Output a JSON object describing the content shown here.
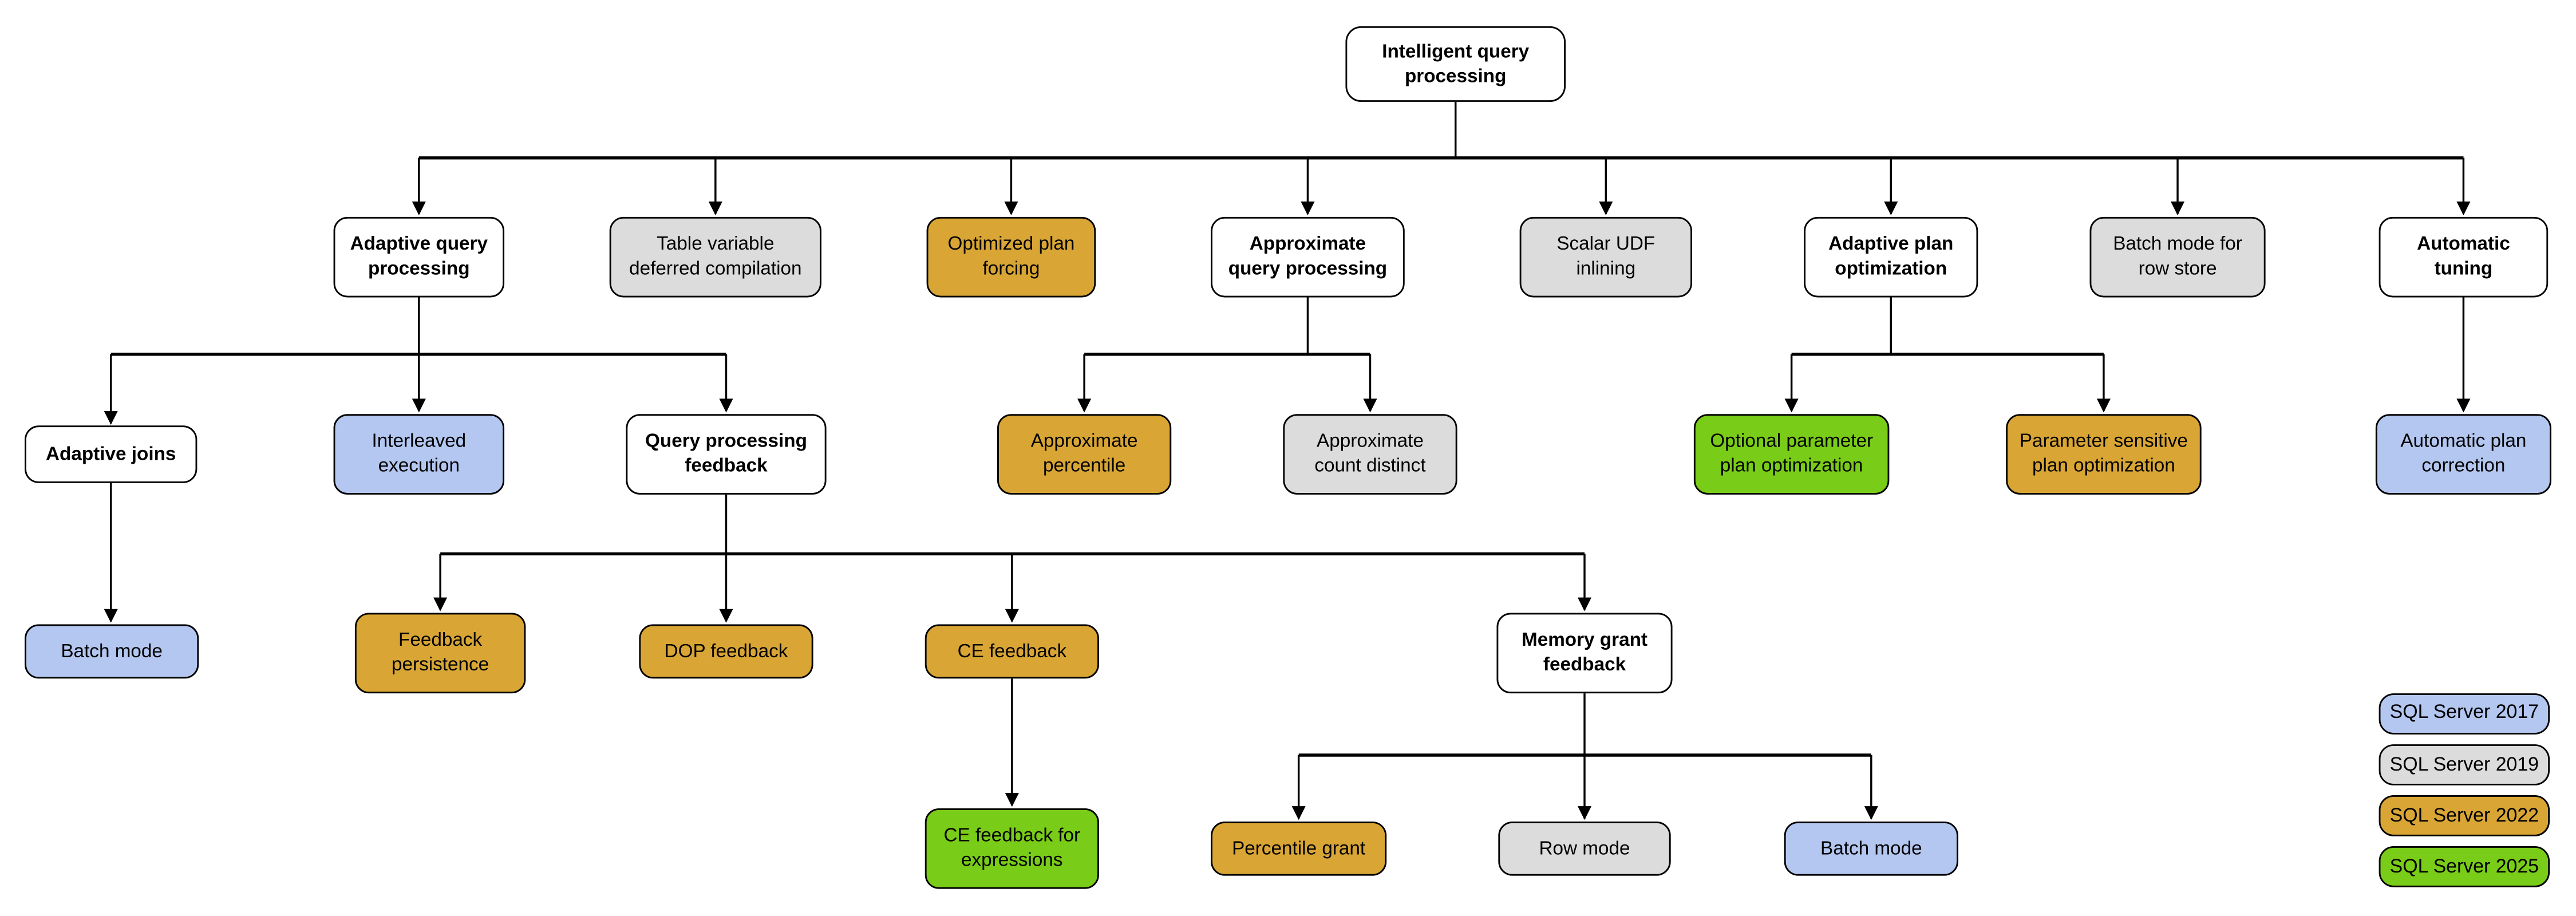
{
  "diagram": {
    "colors": {
      "parent": "#ffffff",
      "v2017": "#b4c7f0",
      "v2019": "#dcdcdc",
      "v2022": "#d9a636",
      "v2025": "#79cc18",
      "line": "#000000",
      "border": "#000000"
    },
    "nodes": {
      "root": {
        "label": "Intelligent query\nprocessing",
        "version": "parent"
      },
      "adaptive_query_processing": {
        "label": "Adaptive query\nprocessing",
        "version": "parent"
      },
      "table_variable_deferred_compilation": {
        "label": "Table variable\ndeferred compilation",
        "version": "2019"
      },
      "optimized_plan_forcing": {
        "label": "Optimized plan\nforcing",
        "version": "2022"
      },
      "approximate_query_processing": {
        "label": "Approximate\nquery processing",
        "version": "parent"
      },
      "scalar_udf_inlining": {
        "label": "Scalar UDF\ninlining",
        "version": "2019"
      },
      "adaptive_plan_optimization": {
        "label": "Adaptive plan\noptimization",
        "version": "parent"
      },
      "batch_mode_for_row_store": {
        "label": "Batch mode for\nrow store",
        "version": "2019"
      },
      "automatic_tuning": {
        "label": "Automatic\ntuning",
        "version": "parent"
      },
      "adaptive_joins": {
        "label": "Adaptive joins",
        "version": "parent"
      },
      "interleaved_execution": {
        "label": "Interleaved\nexecution",
        "version": "2017"
      },
      "query_processing_feedback": {
        "label": "Query processing\nfeedback",
        "version": "parent"
      },
      "approximate_percentile": {
        "label": "Approximate\npercentile",
        "version": "2022"
      },
      "approximate_count_distinct": {
        "label": "Approximate\ncount distinct",
        "version": "2019"
      },
      "optional_parameter_plan_optimization": {
        "label": "Optional parameter\nplan optimization",
        "version": "2025"
      },
      "parameter_sensitive_plan_optimization": {
        "label": "Parameter sensitive\nplan optimization",
        "version": "2022"
      },
      "automatic_plan_correction": {
        "label": "Automatic plan\ncorrection",
        "version": "2017"
      },
      "batch_mode_adaptive_joins": {
        "label": "Batch mode",
        "version": "2017"
      },
      "feedback_persistence": {
        "label": "Feedback\npersistence",
        "version": "2022"
      },
      "dop_feedback": {
        "label": "DOP feedback",
        "version": "2022"
      },
      "ce_feedback": {
        "label": "CE feedback",
        "version": "2022"
      },
      "memory_grant_feedback": {
        "label": "Memory grant\nfeedback",
        "version": "parent"
      },
      "ce_feedback_for_expressions": {
        "label": "CE feedback for\nexpressions",
        "version": "2025"
      },
      "percentile_grant": {
        "label": "Percentile grant",
        "version": "2022"
      },
      "row_mode": {
        "label": "Row mode",
        "version": "2019"
      },
      "batch_mode_memory_grant": {
        "label": "Batch mode",
        "version": "2017"
      }
    },
    "edges": [
      [
        "root",
        "adaptive_query_processing"
      ],
      [
        "root",
        "table_variable_deferred_compilation"
      ],
      [
        "root",
        "optimized_plan_forcing"
      ],
      [
        "root",
        "approximate_query_processing"
      ],
      [
        "root",
        "scalar_udf_inlining"
      ],
      [
        "root",
        "adaptive_plan_optimization"
      ],
      [
        "root",
        "batch_mode_for_row_store"
      ],
      [
        "root",
        "automatic_tuning"
      ],
      [
        "adaptive_query_processing",
        "adaptive_joins"
      ],
      [
        "adaptive_query_processing",
        "interleaved_execution"
      ],
      [
        "adaptive_query_processing",
        "query_processing_feedback"
      ],
      [
        "approximate_query_processing",
        "approximate_percentile"
      ],
      [
        "approximate_query_processing",
        "approximate_count_distinct"
      ],
      [
        "adaptive_plan_optimization",
        "optional_parameter_plan_optimization"
      ],
      [
        "adaptive_plan_optimization",
        "parameter_sensitive_plan_optimization"
      ],
      [
        "automatic_tuning",
        "automatic_plan_correction"
      ],
      [
        "adaptive_joins",
        "batch_mode_adaptive_joins"
      ],
      [
        "query_processing_feedback",
        "feedback_persistence"
      ],
      [
        "query_processing_feedback",
        "dop_feedback"
      ],
      [
        "query_processing_feedback",
        "ce_feedback"
      ],
      [
        "query_processing_feedback",
        "memory_grant_feedback"
      ],
      [
        "ce_feedback",
        "ce_feedback_for_expressions"
      ],
      [
        "memory_grant_feedback",
        "percentile_grant"
      ],
      [
        "memory_grant_feedback",
        "row_mode"
      ],
      [
        "memory_grant_feedback",
        "batch_mode_memory_grant"
      ]
    ],
    "legend": [
      {
        "label": "SQL Server 2017",
        "version": "2017"
      },
      {
        "label": "SQL Server 2019",
        "version": "2019"
      },
      {
        "label": "SQL Server 2022",
        "version": "2022"
      },
      {
        "label": "SQL Server 2025",
        "version": "2025"
      }
    ]
  }
}
